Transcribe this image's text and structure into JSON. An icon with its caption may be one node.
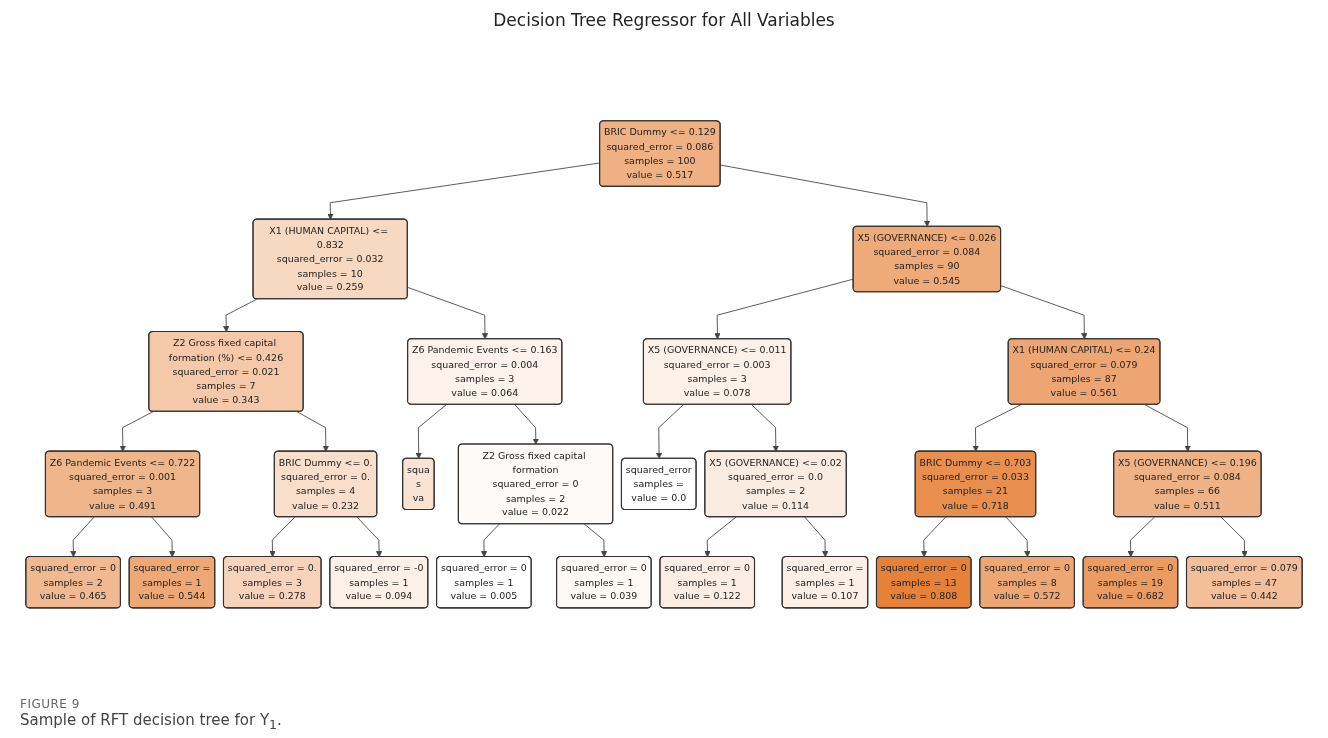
{
  "diagram": {
    "title": "Decision Tree Regressor for All Variables",
    "caption": "Sample of RFT decision tree for Y$_{1}$.",
    "labels": [
      "FIGURE 9"
    ],
    "nodes": [
      {
        "text": [
          "BRIC Dummy <= 0.129",
          "squared_error = 0.086",
          "samples = 100",
          "value = 0.517"
        ]
      },
      {
        "text": [
          "X1 (HUMAN CAPITAL) <= 0.832",
          "squared_error = 0.032",
          "samples = 10",
          "value = 0.259"
        ]
      },
      {
        "text": [
          "X5 (GOVERNANCE) <= 0.026",
          "squared_error = 0.084",
          "samples = 90",
          "value = 0.545"
        ]
      },
      {
        "text": [
          "Z2 Gross fixed capital formation (%) <= 0.426",
          "squared_error = 0.021",
          "samples = 7",
          "value = 0.343"
        ]
      },
      {
        "text": [
          "Z6 Pandemic Events <= 0.163",
          "squared_error = 0.004",
          "samples = 3",
          "value = 0.064"
        ]
      },
      {
        "text": [
          "X5 (GOVERNANCE) <= 0.011",
          "squared_error = 0.003",
          "samples = 3",
          "value = 0.078"
        ]
      },
      {
        "text": [
          "X1 (HUMAN CAPITAL) <= 0.24",
          "squared_error = 0.079",
          "samples = 87",
          "value = 0.561"
        ]
      },
      {
        "text": [
          "Z6 Pandemic Events <= 0.722",
          "squared_error = 0.001",
          "samples = 3",
          "value = 0.491"
        ]
      },
      {
        "text": [
          "BRIC Dummy <= 0.",
          "squared_error = 0.",
          "samples = 4",
          "value = 0.232"
        ]
      },
      {
        "text": [
          "squa",
          "s",
          "va"
        ]
      },
      {
        "text": [
          "Z2 Gross fixed capital formation",
          "squared_error = 0",
          "samples = 2",
          "value = 0.022"
        ]
      },
      {
        "text": [
          "squared_error",
          "samples =",
          "value = 0.0"
        ]
      },
      {
        "text": [
          "X5 (GOVERNANCE) <= 0.02",
          "squared_error = 0.0",
          "samples = 2",
          "value = 0.114"
        ]
      },
      {
        "text": [
          "BRIC Dummy <= 0.703",
          "squared_error = 0.033",
          "samples = 21",
          "value = 0.718"
        ]
      },
      {
        "text": [
          "X5 (GOVERNANCE) <= 0.196",
          "squared_error = 0.084",
          "samples = 66",
          "value = 0.511"
        ]
      },
      {
        "text": [
          "squared_error = 0",
          "samples = 2",
          "value = 0.465"
        ]
      },
      {
        "text": [
          "squared_error =",
          "samples = 1",
          "value = 0.544"
        ]
      },
      {
        "text": [
          "squared_error = 0.",
          "samples = 3",
          "value = 0.278"
        ]
      },
      {
        "text": [
          "squared_error = -0",
          "samples = 1",
          "value = 0.094"
        ]
      },
      {
        "text": [
          "squared_error = 0",
          "samples = 1",
          "value = 0.005"
        ]
      },
      {
        "text": [
          "squared_error = 0",
          "samples = 1",
          "value = 0.039"
        ]
      },
      {
        "text": [
          "squared_error = 0",
          "samples = 1",
          "value = 0.122"
        ]
      },
      {
        "text": [
          "squared_error =",
          "samples = 1",
          "value = 0.107"
        ]
      },
      {
        "text": [
          "squared_error = 0",
          "samples = 13",
          "value = 0.808"
        ]
      },
      {
        "text": [
          "squared_error = 0",
          "samples = 8",
          "value = 0.572"
        ]
      },
      {
        "text": [
          "squared_error = 0",
          "samples = 19",
          "value = 0.682"
        ]
      },
      {
        "text": [
          "squared_error = 0.079",
          "samples = 47",
          "value = 0.442"
        ]
      }
    ],
    "edges": [
      {
        "from": 0,
        "to": 1,
        "arrow": "to"
      },
      {
        "from": 0,
        "to": 2,
        "arrow": "to"
      },
      {
        "from": 1,
        "to": 3,
        "arrow": "to"
      },
      {
        "from": 1,
        "to": 4,
        "arrow": "to"
      },
      {
        "from": 2,
        "to": 5,
        "arrow": "to"
      },
      {
        "from": 2,
        "to": 6,
        "arrow": "to"
      },
      {
        "from": 3,
        "to": 7,
        "arrow": "to"
      },
      {
        "from": 3,
        "to": 8,
        "arrow": "to"
      },
      {
        "from": 4,
        "to": 9,
        "arrow": "to"
      },
      {
        "from": 4,
        "to": 10,
        "arrow": "to"
      },
      {
        "from": 5,
        "to": 11,
        "arrow": "to"
      },
      {
        "from": 5,
        "to": 12,
        "arrow": "to"
      },
      {
        "from": 6,
        "to": 13,
        "arrow": "to"
      },
      {
        "from": 6,
        "to": 14,
        "arrow": "to"
      },
      {
        "from": 7,
        "to": 15,
        "arrow": "to"
      },
      {
        "from": 7,
        "to": 16,
        "arrow": "to"
      },
      {
        "from": 8,
        "to": 17,
        "arrow": "to"
      },
      {
        "from": 8,
        "to": 18,
        "arrow": "to"
      },
      {
        "from": 10,
        "to": 19,
        "arrow": "to"
      },
      {
        "from": 10,
        "to": 20,
        "arrow": "to"
      },
      {
        "from": 12,
        "to": 21,
        "arrow": "to"
      },
      {
        "from": 12,
        "to": 22,
        "arrow": "to"
      },
      {
        "from": 13,
        "to": 23,
        "arrow": "to"
      },
      {
        "from": 13,
        "to": 24,
        "arrow": "to"
      },
      {
        "from": 14,
        "to": 25,
        "arrow": "to"
      },
      {
        "from": 14,
        "to": 26,
        "arrow": "to"
      }
    ]
  }
}
